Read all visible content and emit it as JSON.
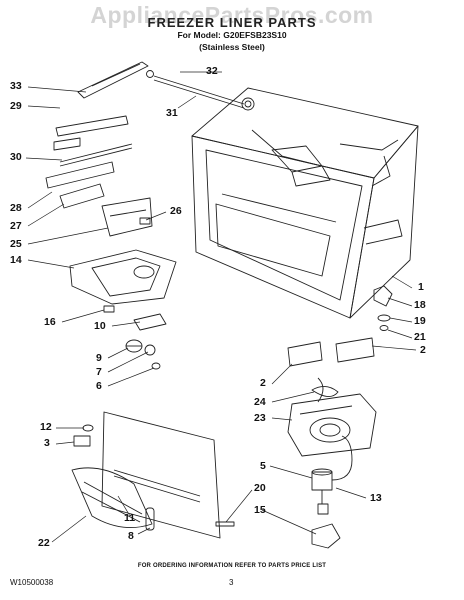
{
  "header": {
    "watermark": "AppliancePartsPros.com",
    "title": "FREEZER LINER PARTS",
    "model_line": "For Model: G20EFSB23S10",
    "finish_line": "(Stainless Steel)"
  },
  "callouts": [
    "33",
    "32",
    "29",
    "31",
    "30",
    "28",
    "27",
    "26",
    "25",
    "14",
    "16",
    "10",
    "1",
    "18",
    "19",
    "21",
    "2",
    "9",
    "7",
    "6",
    "2",
    "24",
    "23",
    "12",
    "3",
    "5",
    "13",
    "20",
    "11",
    "22",
    "8",
    "15"
  ],
  "footer": {
    "ordering_note": "FOR ORDERING INFORMATION REFER TO PARTS PRICE LIST",
    "doc_number": "W10500038",
    "page_number": "3"
  }
}
